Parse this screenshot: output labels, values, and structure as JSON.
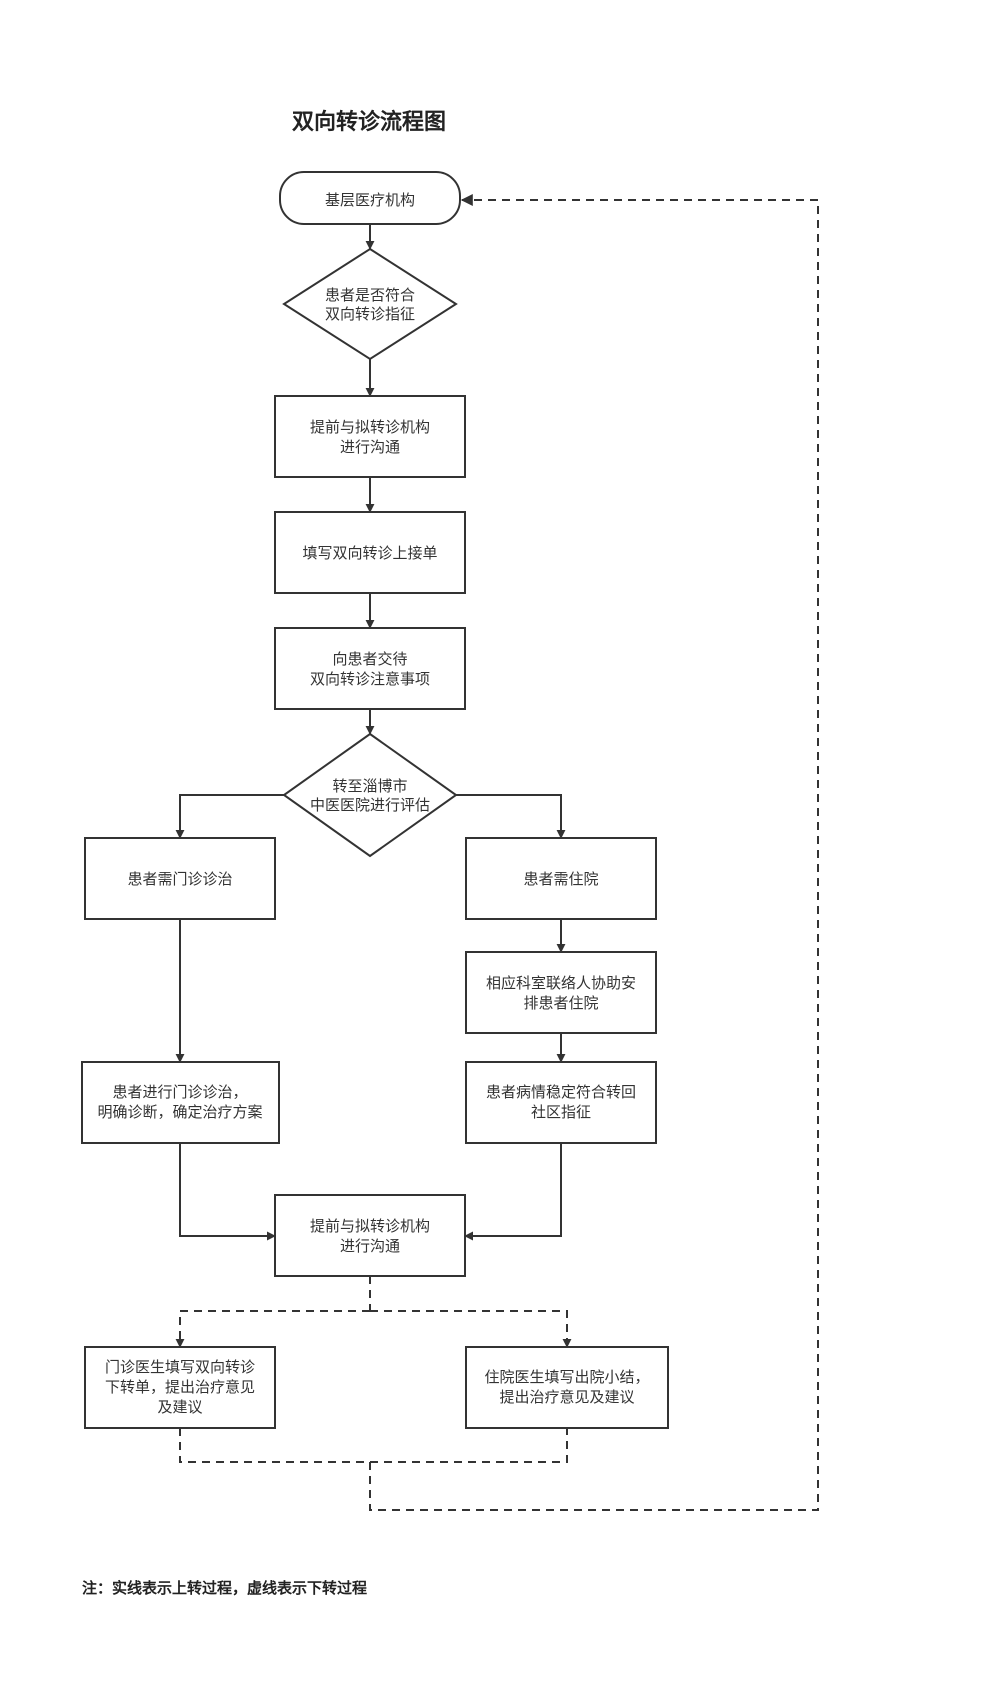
{
  "title": "双向转诊流程图",
  "note": "注：实线表示上转过程，虚线表示下转过程",
  "colors": {
    "stroke": "#333333",
    "background": "#ffffff",
    "text": "#333333"
  },
  "nodes": {
    "primary_care": [
      "基层医疗机构"
    ],
    "check_indication": [
      "患者是否符合",
      "双向转诊指征"
    ],
    "communicate_1": [
      "提前与拟转诊机构",
      "进行沟通"
    ],
    "fill_form": [
      "填写双向转诊上接单"
    ],
    "explain_notes": [
      "向患者交待",
      "双向转诊注意事项"
    ],
    "evaluate": [
      "转至淄博市",
      "中医医院进行评估"
    ],
    "needs_outpatient": [
      "患者需门诊诊治"
    ],
    "needs_inpatient": [
      "患者需住院"
    ],
    "arrange_admission": [
      "相应科室联络人协助安",
      "排患者住院"
    ],
    "outpatient_treatment": [
      "患者进行门诊诊治，",
      "明确诊断，确定治疗方案"
    ],
    "stable_condition": [
      "患者病情稳定符合转回",
      "社区指征"
    ],
    "communicate_2": [
      "提前与拟转诊机构",
      "进行沟通"
    ],
    "outpatient_referral": [
      "门诊医生填写双向转诊",
      "下转单，提出治疗意见",
      "及建议"
    ],
    "discharge_summary": [
      "住院医生填写出院小结，",
      "提出治疗意见及建议"
    ]
  }
}
